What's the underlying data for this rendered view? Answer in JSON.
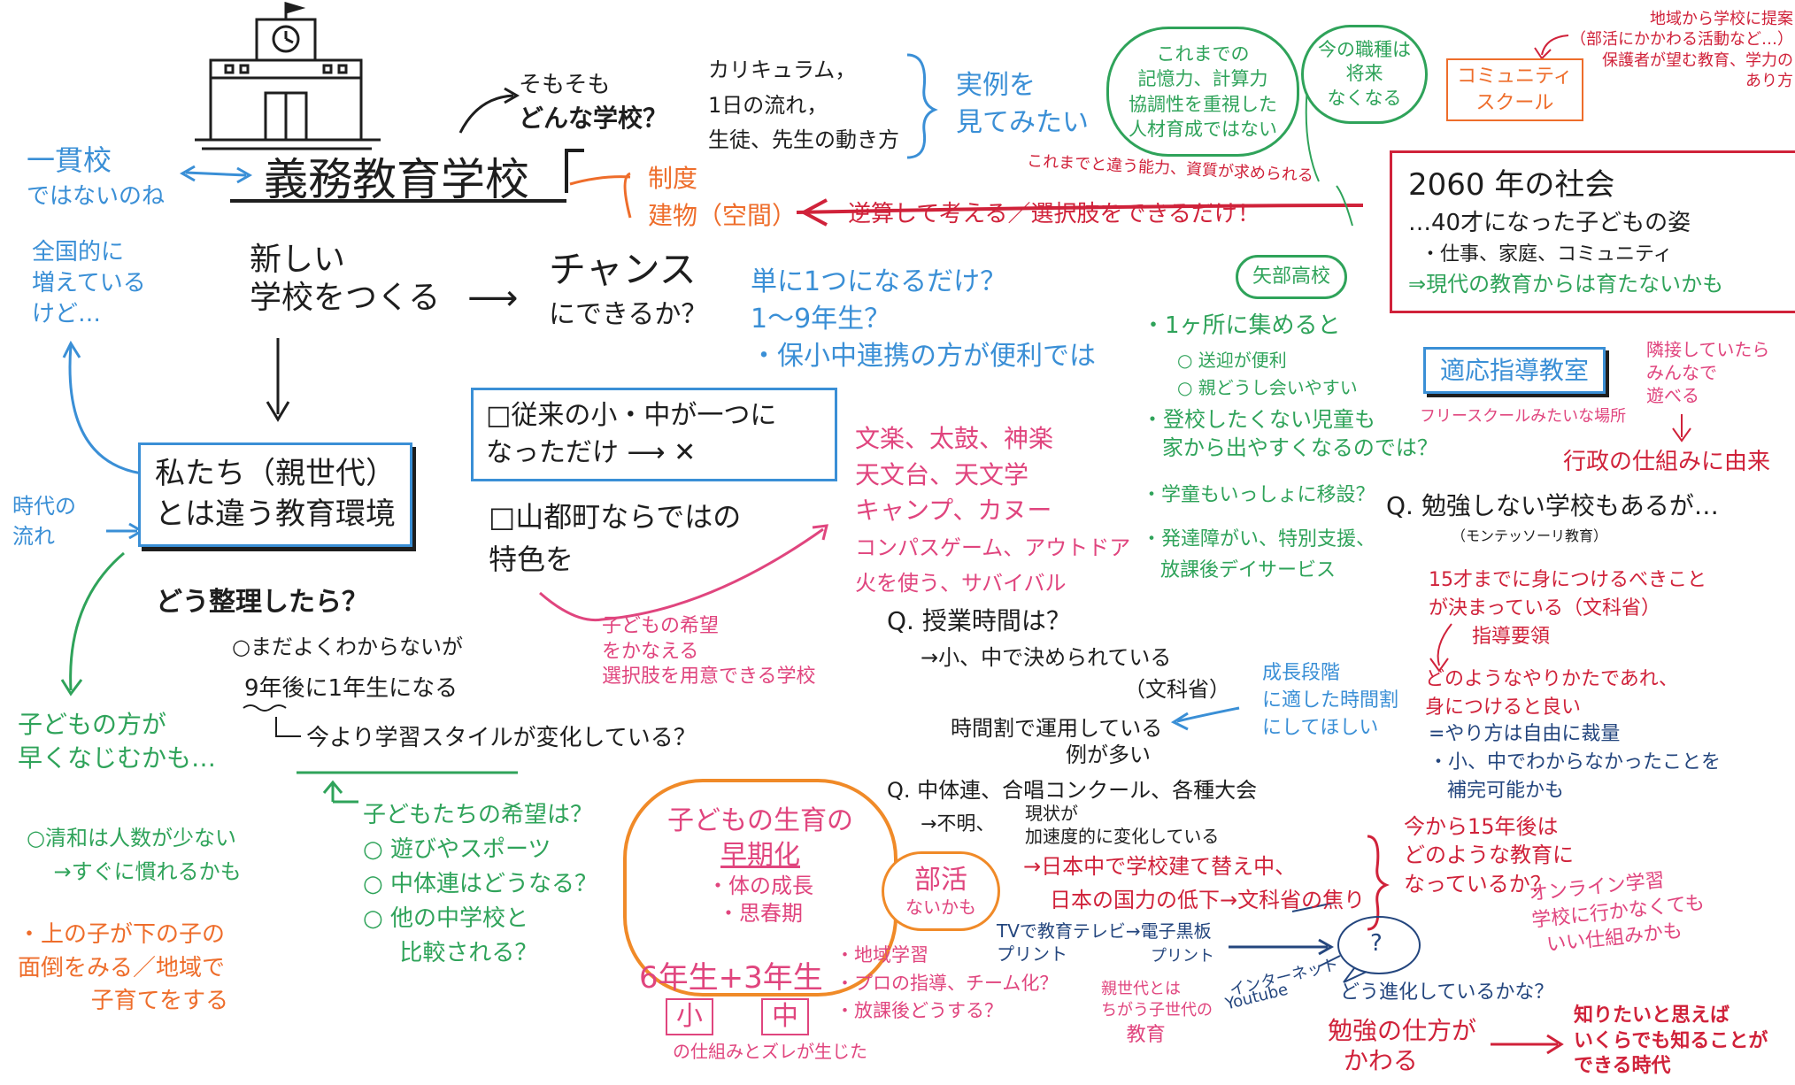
{
  "colors": {
    "blue": "#3a8fd6",
    "navy": "#24467e",
    "pink": "#e0457e",
    "green": "#2fa35a",
    "orange": "#ee6d2b",
    "red": "#d0223a",
    "black": "#1e1e1e"
  },
  "icons": {
    "school": "school-building-icon",
    "question_bubble": "question-bubble-icon"
  },
  "center": {
    "title": "義務教育学校",
    "sosomo_line1": "そもそも",
    "sosomo_line2": "どんな学校？",
    "curriculum": [
      "カリキュラム，",
      "1日の流れ，",
      "生徒、先生の動き方"
    ],
    "example": [
      "実例を",
      "見てみたい"
    ],
    "seido": "制度",
    "tatemono": "建物（空間）"
  },
  "left_top": {
    "ikkan": [
      "一貫校",
      "ではないのね"
    ],
    "zenkoku": [
      "全国的に",
      "増えている",
      "けど…"
    ],
    "jidai": [
      "時代の",
      "流れ"
    ]
  },
  "new_school": {
    "text": [
      "新しい",
      "学校をつくる"
    ],
    "arrow": "⟶",
    "chance": [
      "チャンス",
      "にできるか？"
    ],
    "tanni": [
      "単に1つになるだけ？",
      "1〜9年生？",
      "・保小中連携の方が便利では"
    ]
  },
  "env_box": {
    "text": [
      "私たち（親世代）",
      "とは違う教育環境"
    ],
    "dou": "どう整理したら？"
  },
  "jurai": {
    "line1": "□従来の小・中が一つに",
    "line2": "なっただけ ⟶ ✕",
    "yamato": [
      "□山都町ならではの",
      "特色を"
    ]
  },
  "culture": [
    "文楽、太鼓、神楽",
    "天文台、天文学",
    "キャンプ、カヌー",
    "コンパスゲーム、アウトドア",
    "火を使う、サバイバル"
  ],
  "kodomo_kibou": [
    "子どもの希望",
    "をかなえる",
    "選択肢を用意できる学校"
  ],
  "mada": {
    "line1": "○まだよくわからないが",
    "line2": "9年後に1年生になる",
    "line3": "今より学習スタイルが変化している？"
  },
  "left_green": {
    "kodomo": [
      "子どもの方が",
      "早くなじむかも…"
    ],
    "seiwa": [
      "○清和は人数が少ない",
      "→すぐに慣れるかも"
    ]
  },
  "left_orange": [
    "・上の子が下の子の",
    "面倒をみる／地域で",
    "子育てをする"
  ],
  "kibou": [
    "子どもたちの希望は？",
    "○ 遊びやスポーツ",
    "○ 中体連はどうなる？",
    "○ 他の中学校と",
    "比較される？"
  ],
  "soukika": {
    "title": "子どもの生育の",
    "title2": "早期化",
    "items": [
      "・体の成長",
      "・思春期"
    ],
    "grades": "6年生+3年生",
    "sho": "小",
    "chu": "中",
    "zure": "の仕組みとズレが生じた"
  },
  "bukatsu": {
    "cloud": [
      "部活",
      "ないかも"
    ],
    "items": [
      "・地域学習",
      "・プロの指導、チーム化？",
      "・放課後どうする？"
    ]
  },
  "jugyou": {
    "q": "Q. 授業時間は？",
    "a1": "→小、中で決められている",
    "a2": "（文科省）",
    "a3": "時間割で運用している",
    "a4": "例が多い",
    "seichou": [
      "成長段階",
      "に適した時間割",
      "にしてほしい"
    ]
  },
  "chutairen": {
    "q": "Q. 中体連、合唱コンクール、各種大会",
    "a1": "→不明、",
    "a2": [
      "現状が",
      "加速度的に変化している"
    ],
    "a3": "→日本中で学校建て替え中、",
    "a4": "日本の国力の低下→文科省の焦り"
  },
  "tv": {
    "l1": "TVで教育テレビ→電子黒板",
    "l2": "プリント",
    "l3": "プリント",
    "internet": "インターネット",
    "youtube": "Youtube",
    "oya": [
      "親世代とは",
      "ちがう子世代の",
      "教育"
    ],
    "shinka": "どう進化しているかな？",
    "question": "?"
  },
  "benkyou": {
    "text": [
      "勉強の仕方が",
      "かわる"
    ],
    "shiritai": [
      "知りたいと思えば",
      "いくらでも知ることが",
      "できる時代"
    ]
  },
  "future": {
    "title": "2060 年の社会",
    "sub": "…40才になった子どもの姿",
    "items": "・仕事、家庭、コミュニティ",
    "gendai": "⇒現代の教育からは育たないかも",
    "gyakusan": "逆算して考える／選択肢をできるだけ！",
    "kore_made": "これまでと違う能力、資質が求められる"
  },
  "clouds": {
    "kioku": [
      "これまでの",
      "記憶力、計算力",
      "協調性を重視した",
      "人材育成ではない"
    ],
    "shokushu": [
      "今の職種は",
      "将来",
      "なくなる"
    ],
    "yabe": "矢部高校"
  },
  "community": {
    "label": [
      "コミュニティ",
      "スクール"
    ],
    "chiiki": [
      "地域から学校に提案",
      "（部活にかかわる活動など…）",
      "保護者が望む教育、学力の",
      "あり方"
    ]
  },
  "ikasho": {
    "title": "・1ヶ所に集めると",
    "items": [
      "○ 送迎が便利",
      "○ 親どうし会いやすい"
    ],
    "toukou": [
      "・登校したくない児童も",
      "家から出やすくなるのでは？"
    ],
    "gakudo": "・学童もいっしょに移設？",
    "hattatsu": [
      "・発達障がい、特別支援、",
      "放課後デイサービス"
    ]
  },
  "tekiou": {
    "title": "適応指導教室",
    "sub": "フリースクールみたいな場所",
    "rinsetsu": [
      "隣接していたら",
      "みんなで",
      "遊べる"
    ],
    "gyousei": "行政の仕組みに由来"
  },
  "montessori": {
    "q": "Q. 勉強しない学校もあるが…",
    "sub": "（モンテッソーリ教育）",
    "l1": [
      "15才までに身につけるべきこと",
      "が決まっている（文科省）",
      "指導要領"
    ],
    "l2": [
      "どのようなやりかたであれ、",
      "身につけると良い"
    ],
    "l3": [
      "=やり方は自由に裁量",
      "・小、中でわからなかったことを",
      "補完可能かも"
    ]
  },
  "ima15": [
    "今から15年後は",
    "どのような教育に",
    "なっているか？"
  ],
  "online": [
    "オンライン学習",
    "学校に行かなくても",
    "いい仕組みかも"
  ]
}
